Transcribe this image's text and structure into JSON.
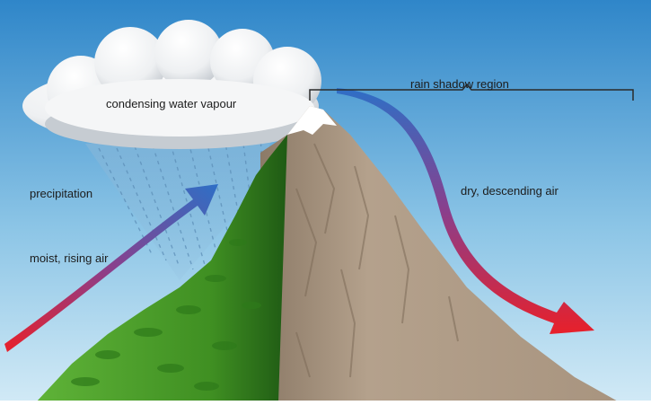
{
  "labels": {
    "cloud": "condensing water vapour",
    "rain_shadow": "rain shadow region",
    "precipitation": "precipitation",
    "moist_air": "moist, rising air",
    "dry_air": "dry, descending air"
  },
  "colors": {
    "sky_top": "#2f86c9",
    "sky_bottom": "#d6ecf7",
    "windward_green": "#4a9a2a",
    "leeward_brown": "#ad9a85",
    "snow": "#ffffff",
    "warm_arrow": "#e8202a",
    "cool_arrow": "#2e6fc6",
    "rain": "#5d8fb8"
  },
  "icons": {
    "cloud": "cloud-icon",
    "rain": "rain-streaks",
    "moist_arrow": "rising-arrow",
    "dry_arrow": "descending-arrow",
    "bracket": "bracket"
  }
}
